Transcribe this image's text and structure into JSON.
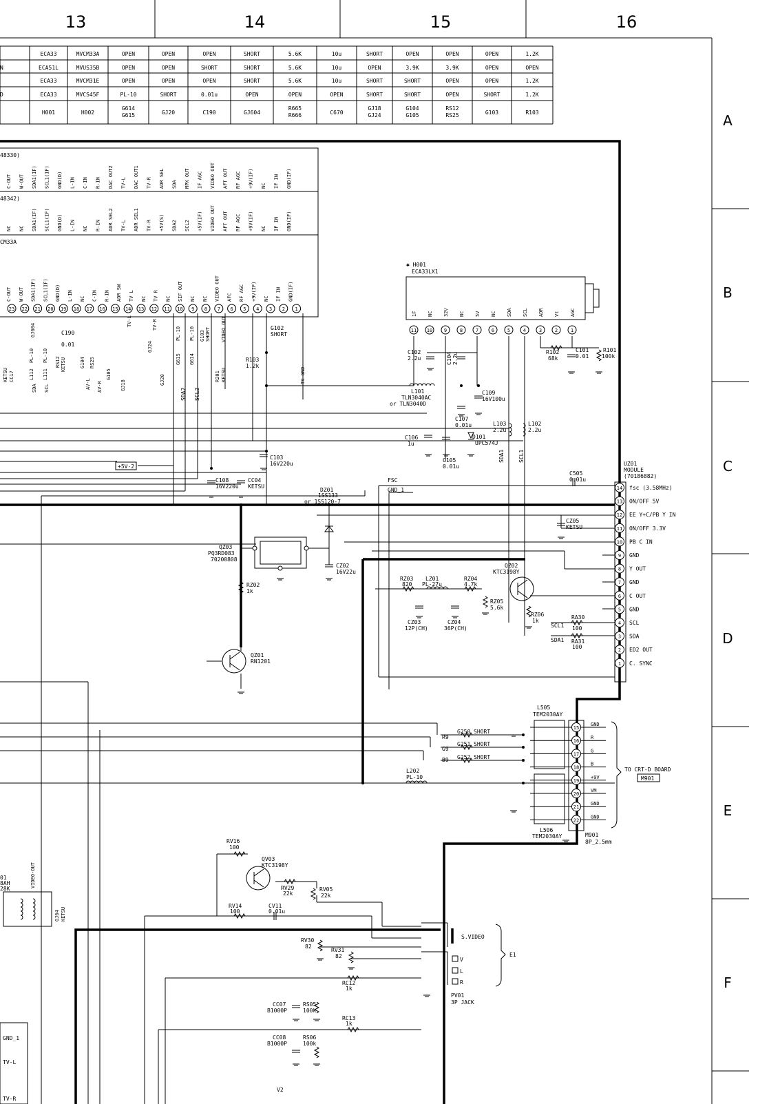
{
  "column_numbers": [
    "13",
    "14",
    "15",
    "16"
  ],
  "row_letters": [
    "A",
    "B",
    "C",
    "D",
    "E",
    "F"
  ],
  "variant_table": {
    "rows": [
      [
        "ECA33",
        "MVCM33A",
        "OPEN",
        "OPEN",
        "OPEN",
        "SHORT",
        "5.6K",
        "10u",
        "SHORT",
        "OPEN",
        "OPEN",
        "OPEN",
        "1.2K"
      ],
      [
        "ECA51L",
        "MVUS35B",
        "OPEN",
        "OPEN",
        "SHORT",
        "SHORT",
        "5.6K",
        "10u",
        "OPEN",
        "3.9K",
        "3.9K",
        "OPEN",
        "OPEN"
      ],
      [
        "ECA33",
        "MVCM31E",
        "OPEN",
        "OPEN",
        "OPEN",
        "SHORT",
        "5.6K",
        "10u",
        "SHORT",
        "SHORT",
        "OPEN",
        "OPEN",
        "1.2K"
      ],
      [
        "ECA33",
        "MVCS45F",
        "PL-10",
        "SHORT",
        "0.01u",
        "OPEN",
        "OPEN",
        "OPEN",
        "SHORT",
        "SHORT",
        "OPEN",
        "SHORT",
        "1.2K"
      ]
    ],
    "footer": [
      "H001",
      "H002",
      "G614\nG615",
      "GJ20",
      "C190",
      "GJ604",
      "R665\nR666",
      "C670",
      "GJ18\nGJ24",
      "G104\nG105",
      "RS12\nRS25",
      "G103",
      "R103"
    ],
    "left_stubs": [
      "N",
      "D"
    ]
  },
  "pin_table": {
    "header_1": "48330)",
    "row_1": [
      "C-OUT",
      "W-OUT",
      "SDA1(IF)",
      "SCL1(IF)",
      "GND(D)",
      "L-IN",
      "C-IN",
      "R-IN",
      "DAC OUT2",
      "TV-L",
      "DAC OUT1",
      "TV-R",
      "ADR SEL",
      "SDA",
      "MPX OUT",
      "IF AGC",
      "VIDEO OUT",
      "AFT OUT",
      "RF AGC",
      "+9V(IF)",
      "NC",
      "IF IN",
      "GND(IF)"
    ],
    "header_2": "48342)",
    "row_2": [
      "NC",
      "NC",
      "SDA1(IF)",
      "SCL1(IF)",
      "GND(D)",
      "L-IN",
      "NC",
      "R-IN",
      "ADR SEL2",
      "TV-L",
      "ADR SEL1",
      "TV-R",
      "+5V(S)",
      "SDA2",
      "SCL2",
      "+5V(IF)",
      "VIDEO OUT",
      "AFT OUT",
      "RF AGC",
      "+9V(IF)",
      "NC",
      "IF IN",
      "GND(IF)"
    ],
    "header_3": "CM33A",
    "row_3": [
      "C-OUT",
      "W-OUT",
      "SDA1(IF)",
      "SCL1(IF)",
      "GND(D)",
      "L-IN",
      "NC",
      "C-IN",
      "R-IN",
      "ADR SW",
      "TV L",
      "NC",
      "TV R",
      "NC",
      "SIF OUT",
      "NC",
      "NC",
      "VIDEO OUT",
      "AFC",
      "RF AGC",
      "+9V(IF)",
      "NC",
      "IF IN",
      "GND(IF)"
    ],
    "pin_numbers": [
      "23",
      "22",
      "21",
      "20",
      "19",
      "18",
      "17",
      "16",
      "15",
      "14",
      "13",
      "12",
      "11",
      "10",
      "9",
      "8",
      "7",
      "6",
      "5",
      "4",
      "3",
      "2",
      "1"
    ]
  },
  "h001": {
    "ref": "H001",
    "part": "ECA33LX1",
    "pins": [
      "1F",
      "NC",
      "32V",
      "NC",
      "5V",
      "NC",
      "SDA",
      "SCL",
      "ADR",
      "Vt",
      "AGC"
    ],
    "pin_numbers": [
      "11",
      "10",
      "9",
      "8",
      "7",
      "6",
      "5",
      "4",
      "3",
      "2",
      "1"
    ]
  },
  "uz01": {
    "ref": "UZ01",
    "name": "MODULE",
    "part": "(70186882)",
    "pins": [
      {
        "n": "14",
        "label": "fsc (3.58MHz)"
      },
      {
        "n": "13",
        "label": "ON/OFF 5V"
      },
      {
        "n": "12",
        "label": "EE Y+C/PB Y IN"
      },
      {
        "n": "11",
        "label": "ON/OFF 3.3V"
      },
      {
        "n": "10",
        "label": "PB C IN"
      },
      {
        "n": "9",
        "label": "GND"
      },
      {
        "n": "8",
        "label": "Y OUT"
      },
      {
        "n": "7",
        "label": "GND"
      },
      {
        "n": "6",
        "label": "C OUT"
      },
      {
        "n": "5",
        "label": "GND"
      },
      {
        "n": "4",
        "label": "SCL"
      },
      {
        "n": "3",
        "label": "SDA"
      },
      {
        "n": "2",
        "label": "ED2 OUT"
      },
      {
        "n": "1",
        "label": "C. SYNC"
      }
    ]
  },
  "m901": {
    "pins": [
      {
        "n": "15",
        "label": "GND"
      },
      {
        "n": "16",
        "label": "R"
      },
      {
        "n": "17",
        "label": "G"
      },
      {
        "n": "18",
        "label": "B"
      },
      {
        "n": "19",
        "label": "+9V"
      },
      {
        "n": "20",
        "label": "VM"
      },
      {
        "n": "21",
        "label": "GND"
      },
      {
        "n": "22",
        "label": "GND"
      }
    ],
    "to_board": "TO CRT-D BOARD",
    "box": "M901",
    "ref": "M901",
    "part": "8P_2.5mm",
    "l505": "L505",
    "l505_part": "TEM2030AY",
    "l506": "L506",
    "l506_part": "TEM2030AY"
  },
  "jack": {
    "svideo": "S.VIDEO",
    "v": "V",
    "l": "L",
    "r": "R",
    "e1": "E1",
    "ref": "PV01",
    "part": "3P JACK"
  },
  "supply_box": "+5V-2",
  "labels": {
    "C102": "C102",
    "C102v": "2.2u",
    "C104": "C104",
    "C104v": "2.2u",
    "R102": "R102",
    "R102v": "68k",
    "C101": "C101",
    "C101v": "0.01",
    "R101": "R101",
    "R101v": "100k",
    "L101": "L101",
    "L101v": "TLN3040AC",
    "L101alt": "or TLN3040D",
    "C109": "C109",
    "C109v": "16V100u",
    "C107": "C107",
    "C107v": "0.01u",
    "L103": "L103",
    "L103v": "2.2u",
    "L102": "L102",
    "L102v": "2.2u",
    "C106": "C106",
    "C106v": "1u",
    "D101": "D101",
    "D101v": "UPC574J",
    "C105": "C105",
    "C105v": "0.01u",
    "SDA1": "SDA1",
    "SCL1": "SCL1",
    "C103": "C103",
    "C103v": "16V220u",
    "C108": "C108",
    "C108v": "16V220u",
    "CC04": "CC04",
    "CC04v": "KETSU",
    "DZ01": "DZ01",
    "DZ01v": "1SS133",
    "DZ01alt": "or 1SS120-7",
    "FSC": "FSC",
    "GND_1": "GND_1",
    "C505": "C505",
    "C505v": "0.01u",
    "CZ05": "CZ05",
    "CZ05v": "KETSU",
    "QZ03": "QZ03",
    "QZ03v": "PQ3RD083",
    "QZ03p": "70200808",
    "CZ02": "CZ02",
    "CZ02v": "16V22u",
    "RZ02": "RZ02",
    "RZ02v": "1k",
    "QZ02": "QZ02",
    "QZ02v": "KTC3198Y",
    "RZ03": "RZ03",
    "RZ03v": "820",
    "LZ01": "LZ01",
    "LZ01v": "PL-27u",
    "RZ04": "RZ04",
    "RZ04v": "4.7k",
    "RZ05": "RZ05",
    "RZ05v": "5.6k",
    "RZ06": "RZ06",
    "RZ06v": "1k",
    "CZ03": "CZ03",
    "CZ03v": "12P(CH)",
    "CZ04": "CZ04",
    "CZ04v": "36P(CH)",
    "RA30": "RA30",
    "RA30v": "100",
    "RA31": "RA31",
    "RA31v": "100",
    "QZ01": "QZ01",
    "QZ01v": "RN1201",
    "G250": "G250 SHORT",
    "G251": "G251 SHORT",
    "G252": "G252 SHORT",
    "R9": "R9",
    "G9": "G9",
    "B9": "B9",
    "L202": "L202",
    "L202v": "PL-10",
    "RV16": "RV16",
    "RV16v": "100",
    "QV03": "QV03",
    "QV03v": "KTC3198Y",
    "RV29": "RV29",
    "RV29v": "22k",
    "RV05": "RV05",
    "RV05v": "22k",
    "RV14": "RV14",
    "RV14v": "100",
    "CV11": "CV11",
    "CV11v": "0.01u",
    "RV30": "RV30",
    "RV30v": "82",
    "RV31": "RV31",
    "RV31v": "82",
    "RC12": "RC12",
    "RC12v": "1k",
    "CC07": "CC07",
    "CC07v": "B1000P",
    "RS05": "RS05",
    "RS05v": "100k",
    "RC13": "RC13",
    "RC13v": "1k",
    "CC08": "CC08",
    "CC08v": "B1000P",
    "RS06": "RS06",
    "RS06v": "100k",
    "G102": "G102",
    "G102v": "SHORT",
    "R103": "R103",
    "R103v": "1.2k",
    "R201": "R201",
    "R201v": "KETSU",
    "TVGND": "TV-GND",
    "C190": "C190",
    "C190v": "0.01",
    "L111": "L111",
    "L112": "L112",
    "PL10": "PL-10",
    "KETSU": "KETSU",
    "CC17": "CC17",
    "G615": "G615",
    "G614": "G614",
    "G103": "G103",
    "G103v": "SHORT",
    "VIDEOOUT": "VIDEO OUT",
    "VIDEOOUT2": "VIDEO-OUT",
    "RS12": "RS12",
    "RS25": "RS25",
    "GJ18": "GJ18",
    "GJ24": "GJ24",
    "GJ20": "GJ20",
    "G104": "G104",
    "G105": "G105",
    "GJ604": "GJ604",
    "SHORT": "SHORT",
    "TVL": "TV-L",
    "TVR": "TV-R",
    "AVL": "AV-L",
    "AVR": "AV-R",
    "SDA": "SDA",
    "SCL": "SCL",
    "SDA2": "SDA2",
    "SCL2": "SCL2",
    "GJ64": "GJ64",
    "BAH": "8AH",
    "K28": "28K",
    "N01": "01",
    "V2": "V2",
    "TVL2": "TV-L",
    "TVR2": "TV-R",
    "GND1b": "GND_1",
    "star": "*"
  }
}
